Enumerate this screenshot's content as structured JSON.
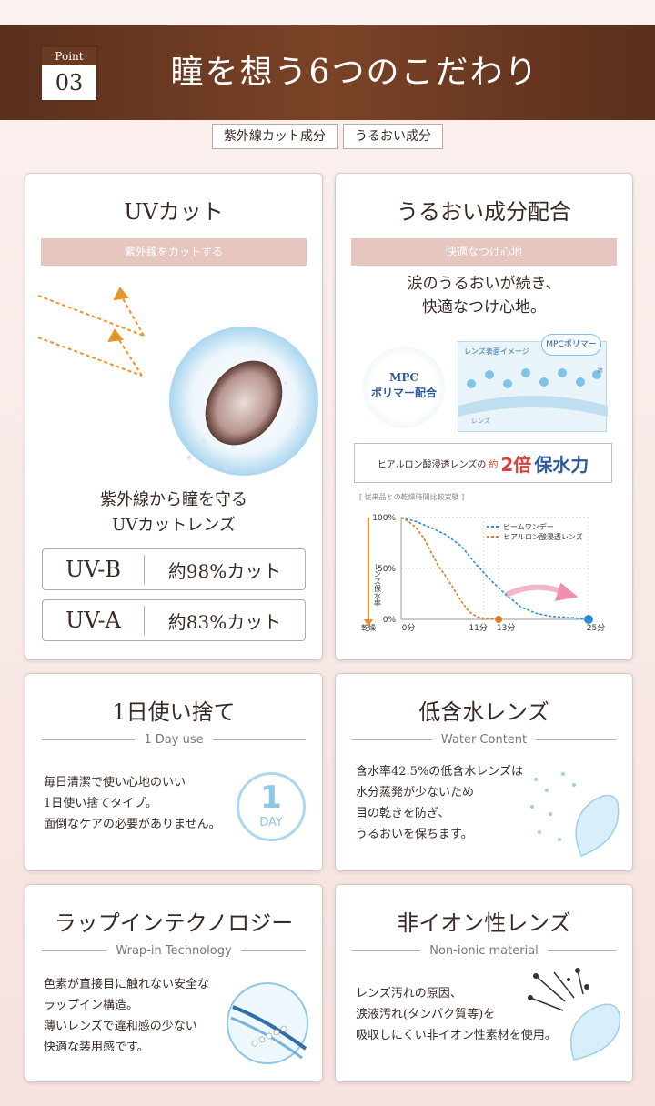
{
  "header": {
    "point_label": "Point",
    "point_number": "03",
    "title": "瞳を想う6つのこだわり"
  },
  "tags": [
    "紫外線カット成分",
    "うるおい成分"
  ],
  "cards": {
    "uv": {
      "title": "UVカット",
      "subtitle": "紫外線をカットする",
      "caption_line1": "紫外線から瞳を守る",
      "caption_line2": "UVカットレンズ",
      "rows": [
        {
          "key": "UV-B",
          "value": "約98%カット"
        },
        {
          "key": "UV-A",
          "value": "約83%カット"
        }
      ]
    },
    "moist": {
      "title": "うるおい成分配合",
      "subtitle": "快適なつけ心地",
      "lead_line1": "涙のうるおいが続き、",
      "lead_line2": "快適なつけ心地。",
      "mpc_circle_line1": "MPC",
      "mpc_circle_line2": "ポリマー配合",
      "lens_image_label": "レンズ表面イメージ",
      "mpc_bubble": "MPCポリマー",
      "lens_side_label": "涙",
      "lens_bottom_label": "レンズ",
      "ribbon_text": "ヒアルロン酸浸透レンズの",
      "ribbon_prefix": "約",
      "ribbon_num": "2倍",
      "ribbon_suffix": "保水力",
      "chart_note": "[ 従来品との乾燥時間比較実験 ]"
    },
    "oneday": {
      "title": "1日使い捨て",
      "subtitle": "1 Day use",
      "lines": [
        "毎日清潔で使い心地のいい",
        "1日使い捨てタイプ。",
        "面倒なケアの必要がありません。"
      ],
      "icon_number": "1",
      "icon_word": "DAY"
    },
    "water": {
      "title": "低含水レンズ",
      "subtitle": "Water Content",
      "lines": [
        "含水率42.5%の低含水レンズは",
        "水分蒸発が少ないため",
        "目の乾きを防ぎ、",
        "うるおいを保ちます。"
      ]
    },
    "wrap": {
      "title": "ラップインテクノロジー",
      "subtitle": "Wrap-in Technology",
      "lines": [
        "色素が直接目に触れない安全な",
        "ラップイン構造。",
        "薄いレンズで違和感の少ない",
        "快適な装用感です。"
      ]
    },
    "nonionic": {
      "title": "非イオン性レンズ",
      "subtitle": "Non-ionic material",
      "lines": [
        "レンズ汚れの原因、",
        "涙液汚れ(タンパク質等)を",
        "吸収しにくい非イオン性素材を使用。"
      ]
    }
  },
  "chart_data": {
    "type": "line",
    "ylabel": "レンズ保水率",
    "ylabel_bottom": "乾燥",
    "y_ticks": [
      "100%",
      "50%",
      "0%"
    ],
    "x_ticks": [
      "0分",
      "11分",
      "13分",
      "25分"
    ],
    "ylim": [
      0,
      100
    ],
    "xlim": [
      0,
      25
    ],
    "series": [
      {
        "name": "ビームワンデー",
        "color": "#2b8fd3",
        "x": [
          0,
          2,
          4,
          6,
          8,
          10,
          12,
          14,
          16,
          18,
          20,
          22,
          24,
          25
        ],
        "y": [
          100,
          96,
          90,
          83,
          72,
          54,
          38,
          24,
          12,
          6,
          3,
          2,
          1,
          0
        ]
      },
      {
        "name": "ヒアルロン酸浸透レンズ",
        "color": "#e07b2e",
        "x": [
          0,
          1,
          2,
          3,
          4,
          5,
          6,
          7,
          8,
          9,
          10,
          11,
          13
        ],
        "y": [
          100,
          96,
          90,
          80,
          66,
          52,
          42,
          30,
          18,
          8,
          3,
          1,
          0
        ]
      }
    ]
  },
  "colors": {
    "header": "#6b3a22",
    "pill": "#e6c6bf",
    "accent_blue": "#7ec3ea",
    "ribbon_red": "#d9413a"
  }
}
